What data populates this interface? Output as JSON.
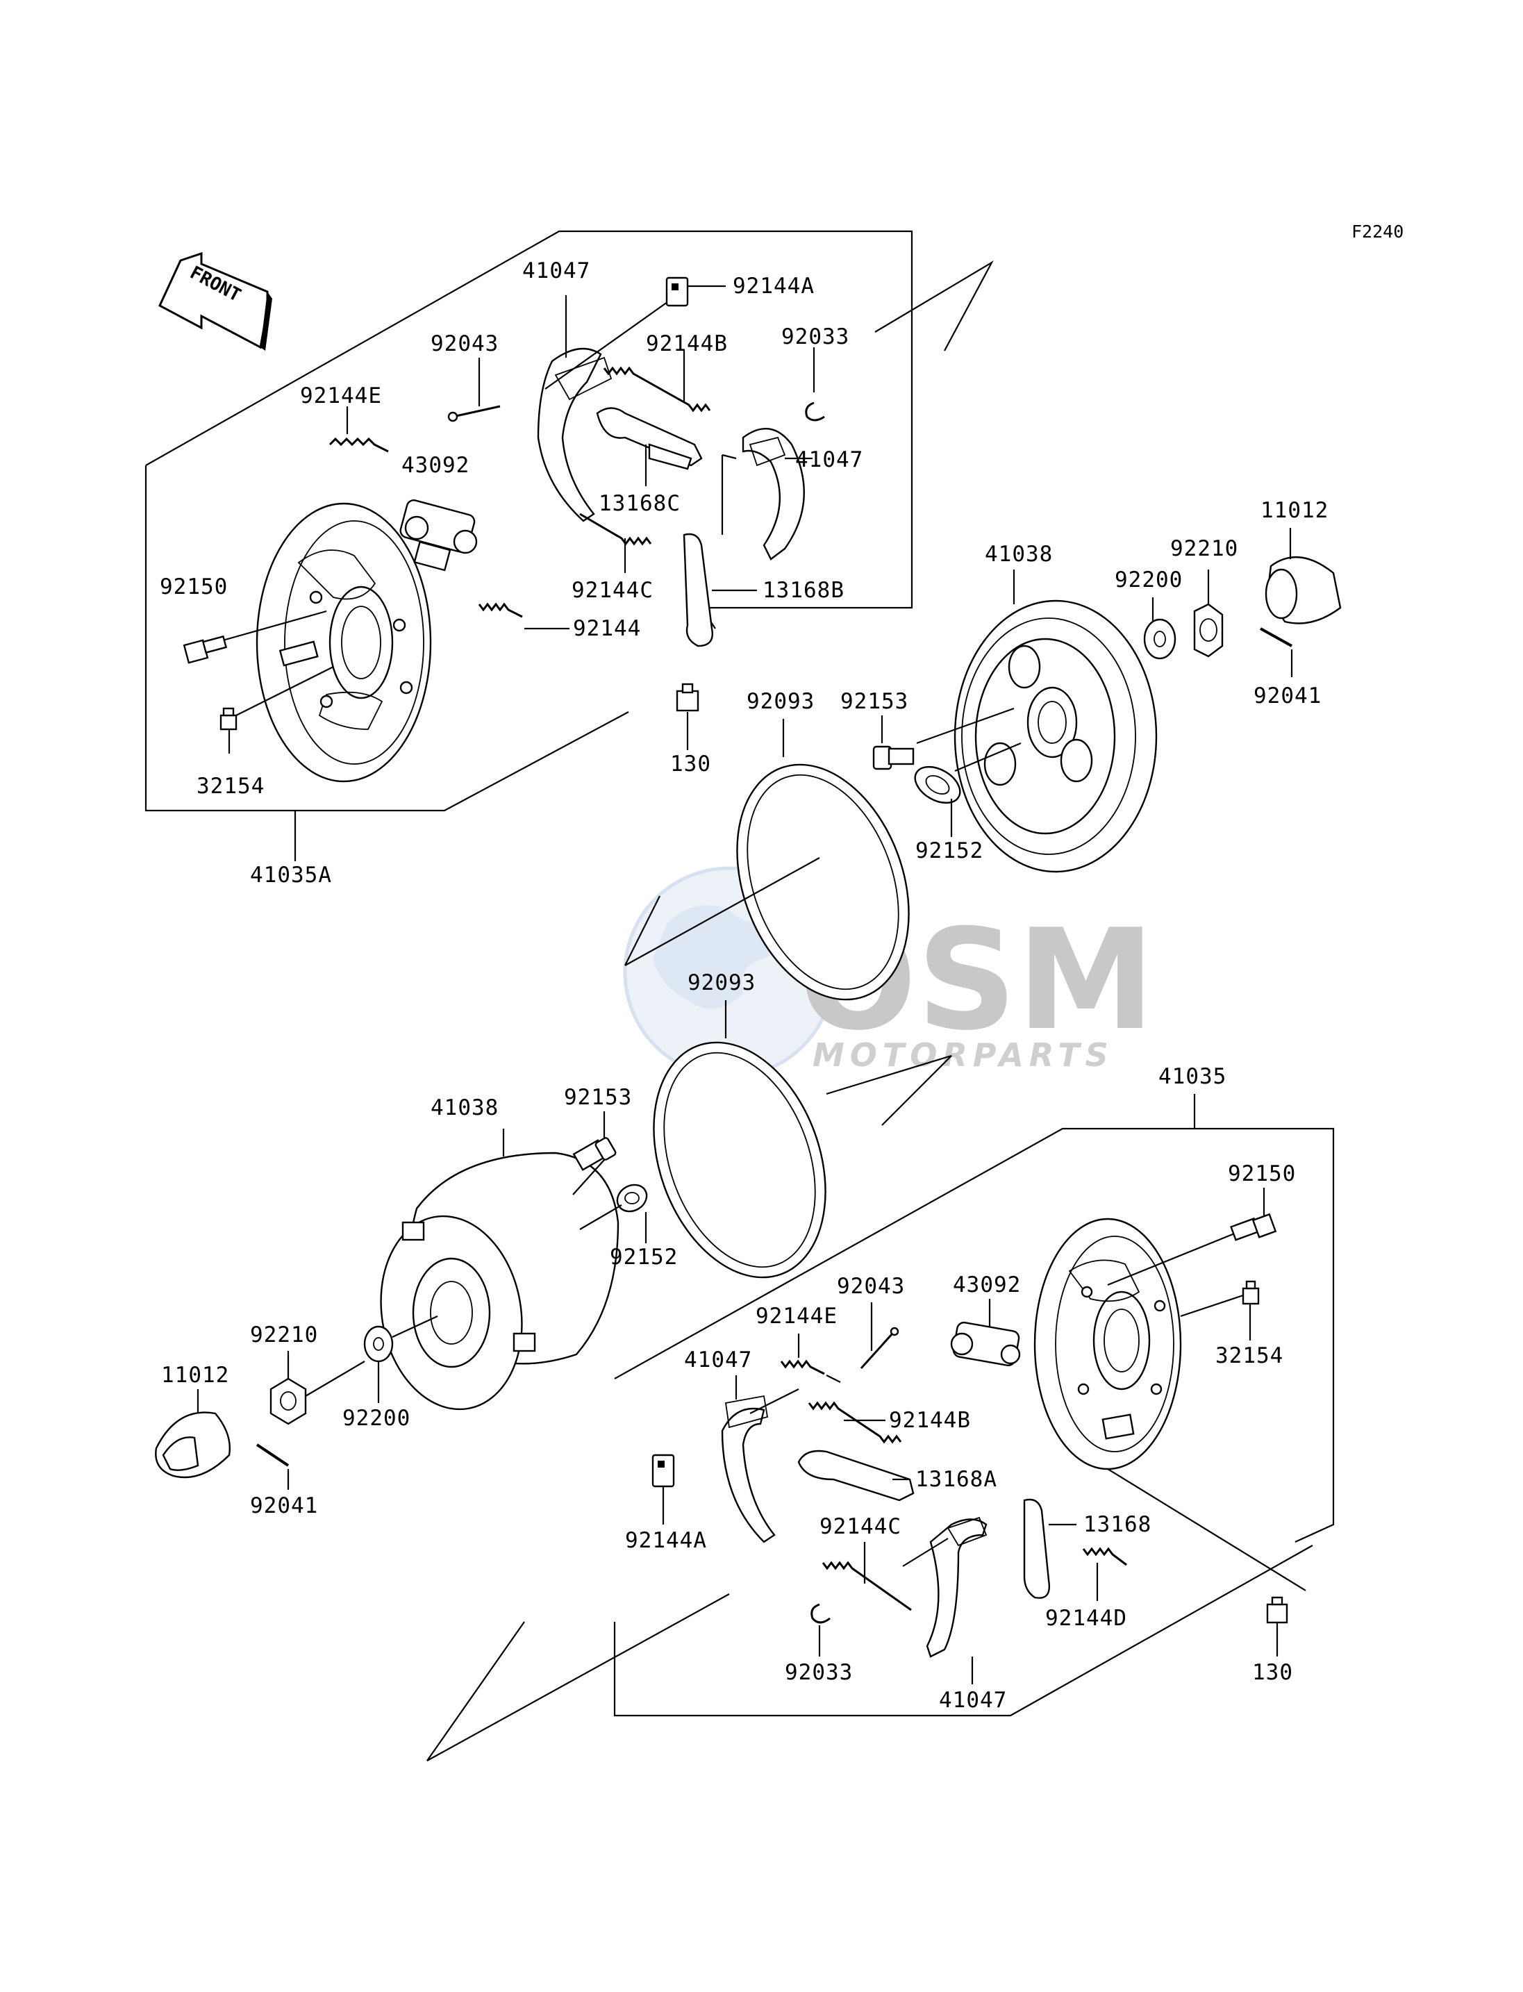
{
  "diagram": {
    "code": "F2240",
    "front_label": "FRONT",
    "watermark": {
      "main": "OSM",
      "sub": "MOTORPARTS"
    },
    "labels": {
      "p_41047_top": "41047",
      "p_92144A_top": "92144A",
      "p_92043_top": "92043",
      "p_92144B_top": "92144B",
      "p_92033_top": "92033",
      "p_92144E_top": "92144E",
      "p_43092_top": "43092",
      "p_41047_top2": "41047",
      "p_13168C": "13168C",
      "p_92150_top": "92150",
      "p_92144C_top": "92144C",
      "p_13168B": "13168B",
      "p_92144_top": "92144",
      "p_11012_top": "11012",
      "p_41038_top": "41038",
      "p_92210_top": "92210",
      "p_92200_top": "92200",
      "p_92093_top": "92093",
      "p_92153_top": "92153",
      "p_92041_top": "92041",
      "p_130_top": "130",
      "p_32154_top": "32154",
      "p_92152_top": "92152",
      "p_41035A": "41035A",
      "p_92093_mid": "92093",
      "p_41035": "41035",
      "p_41038_bot": "41038",
      "p_92153_bot": "92153",
      "p_92150_bot": "92150",
      "p_92152_bot": "92152",
      "p_92043_bot": "92043",
      "p_43092_bot": "43092",
      "p_92144E_bot": "92144E",
      "p_92210_bot": "92210",
      "p_41047_bot": "41047",
      "p_32154_bot": "32154",
      "p_11012_bot": "11012",
      "p_92200_bot": "92200",
      "p_92144B_bot": "92144B",
      "p_13168A": "13168A",
      "p_92041_bot": "92041",
      "p_92144A_bot": "92144A",
      "p_92144C_bot": "92144C",
      "p_13168": "13168",
      "p_92144D": "92144D",
      "p_130_bot": "130",
      "p_92033_bot": "92033",
      "p_41047_bot2": "41047"
    }
  }
}
